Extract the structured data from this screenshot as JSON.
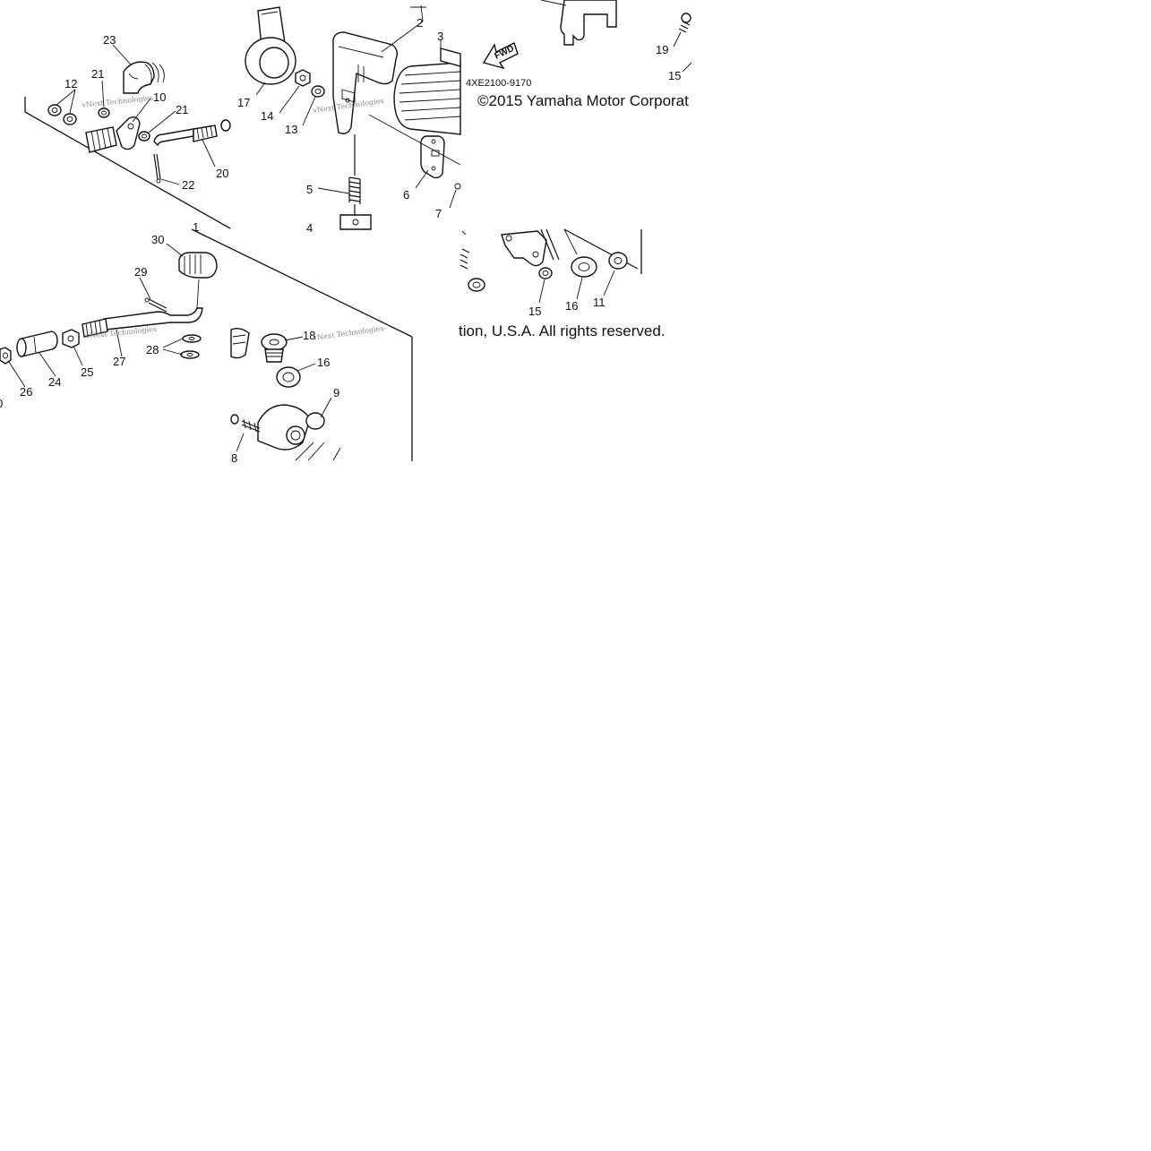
{
  "diagram": {
    "catalog_number": "4XE2100-9170",
    "copyright_part1": "©2015 Yamaha Motor Corporat",
    "copyright_part2": "tion, U.S.A. All rights reserved.",
    "fwd_label": "FWD",
    "watermark": "vNext Technologies",
    "callouts": {
      "c1": "1",
      "c2": "2",
      "c3": "3",
      "c4": "4",
      "c5": "5",
      "c6": "6",
      "c7": "7",
      "c8": "8",
      "c9": "9",
      "c10": "10",
      "c11": "11",
      "c12": "12",
      "c13": "13",
      "c14": "14",
      "c15a": "15",
      "c15b": "15",
      "c16a": "16",
      "c16b": "16",
      "c17": "17",
      "c18": "18",
      "c19": "19",
      "c20": "20",
      "c21a": "21",
      "c21b": "21",
      "c22": "22",
      "c23": "23",
      "c24": "24",
      "c25": "25",
      "c26": "26",
      "c27": "27",
      "c28": "28",
      "c29": "29",
      "c30": "30",
      "c0": "0"
    }
  }
}
